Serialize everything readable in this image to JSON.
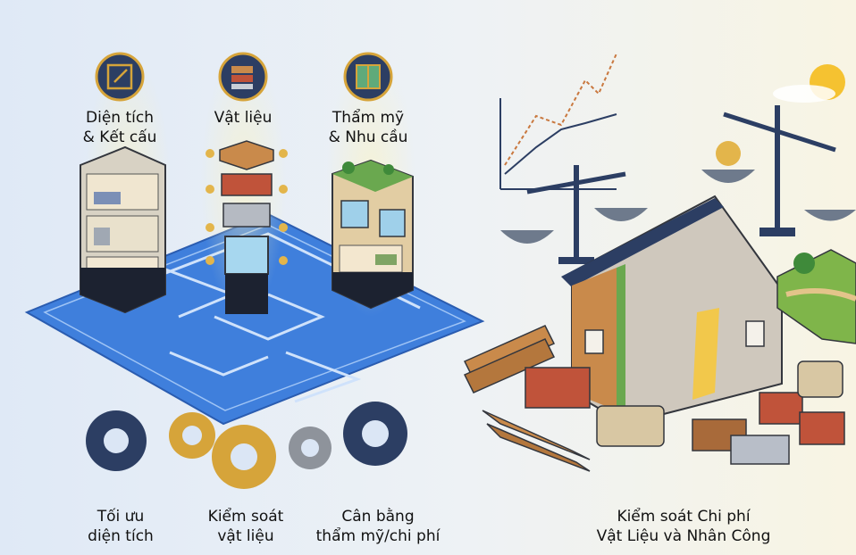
{
  "top_labels": [
    {
      "line1": "Diện tích",
      "line2": "& Kết cấu"
    },
    {
      "line1": "Vật liệu",
      "line2": ""
    },
    {
      "line1": "Thẩm mỹ",
      "line2": "& Nhu cầu"
    }
  ],
  "bottom_labels": [
    {
      "line1": "Tối ưu",
      "line2": "diện tích"
    },
    {
      "line1": "Kiểm soát",
      "line2": "vật liệu"
    },
    {
      "line1": "Cân bằng",
      "line2": "thẩm mỹ/chi phí"
    }
  ],
  "right_label": {
    "line1": "Kiểm soát Chi phí",
    "line2": "Vật Liệu và Nhân Công"
  },
  "colors": {
    "navy": "#2c3e63",
    "gold": "#d6a43a",
    "grey_gear": "#8e939b",
    "blueprint": "#3c78d8",
    "wood": "#c98a4b",
    "brick": "#c0533a"
  },
  "icons": [
    "area-plan-icon",
    "material-stack-icon",
    "window-layout-icon",
    "gear-icon",
    "balance-scale-icon",
    "sun-icon",
    "house-icon",
    "line-chart-icon"
  ]
}
